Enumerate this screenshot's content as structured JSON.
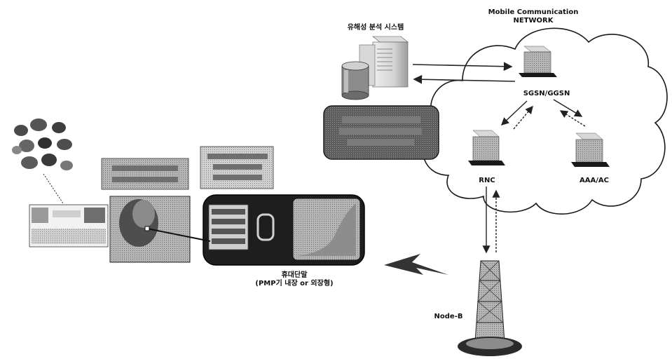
{
  "network": {
    "title_line1": "Mobile Communication",
    "title_line2": "NETWORK"
  },
  "nodes": {
    "analysis_system": "유해성 분석 시스템",
    "sgsn_ggsn": "SGSN/GGSN",
    "rnc": "RNC",
    "aaa_ac": "AAA/AC",
    "node_b": "Node-B"
  },
  "terminal": {
    "label_line1": "휴대단말",
    "label_line2": "(PMP기 내장 or 외장형)"
  }
}
